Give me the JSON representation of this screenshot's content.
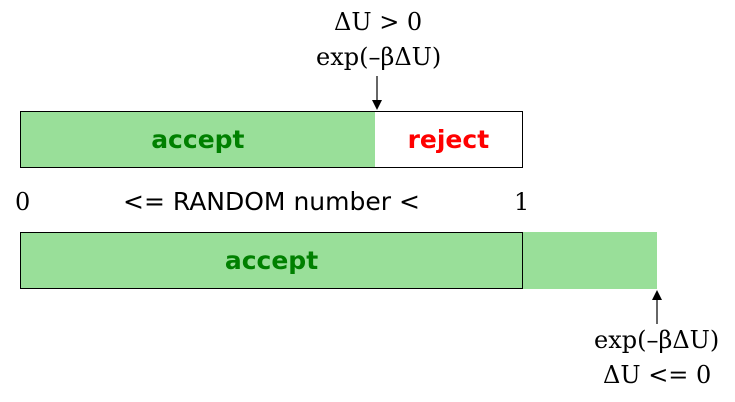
{
  "top_annotation": {
    "condition": "ΔU > 0",
    "probability": "exp(–βΔU)"
  },
  "top_bar": {
    "accept_label": "accept",
    "reject_label": "reject",
    "accept_fraction": 0.706
  },
  "scale": {
    "min_label": "0",
    "max_label": "1",
    "caption": "<= RANDOM number <"
  },
  "bottom_bar": {
    "accept_label": "accept",
    "extension_ratio": 1.27
  },
  "bottom_annotation": {
    "probability": "exp(–βΔU)",
    "condition": "ΔU <= 0"
  },
  "colors": {
    "accept_fill": "#99df99",
    "accept_text": "#008000",
    "reject_text": "#ff0000",
    "outline": "#000000"
  }
}
